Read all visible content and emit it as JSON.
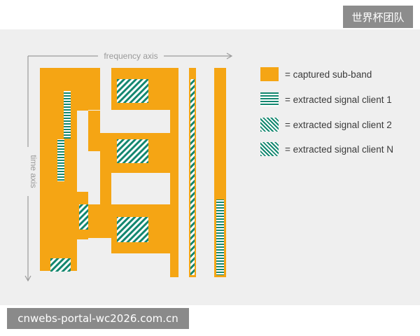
{
  "watermark_top": "世界杯团队",
  "watermark_bottom": "cnwebs-portal-wc2026.com.cn",
  "axes": {
    "x_label": "frequency axis",
    "y_label": "time axis"
  },
  "legend": [
    {
      "label": "= captured sub-band",
      "swatch": "captured"
    },
    {
      "label": "= extracted signal client 1",
      "swatch": "client-1"
    },
    {
      "label": "= extracted signal client 2",
      "swatch": "client-2"
    },
    {
      "label": "= extracted signal client N",
      "swatch": "client-n"
    }
  ],
  "colors": {
    "captured": "#f5a514",
    "extracted": "#13876f",
    "axis": "#9a9a9a"
  }
}
